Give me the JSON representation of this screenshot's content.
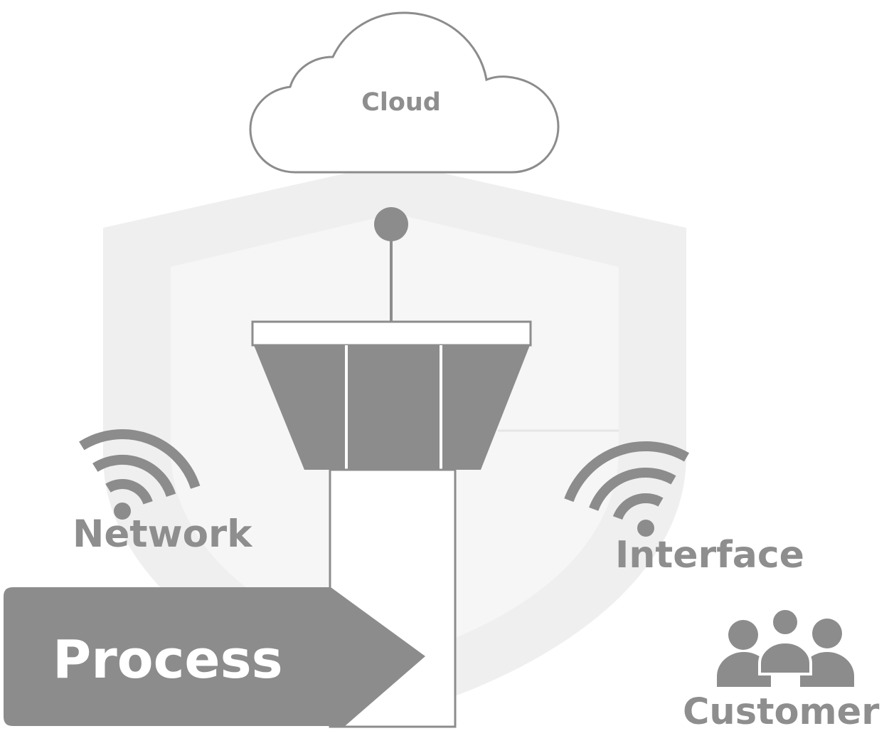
{
  "diagram": {
    "cloud": {
      "label": "Cloud",
      "icon": "cloud-icon"
    },
    "network": {
      "label": "Network",
      "icon": "wifi-icon"
    },
    "interface": {
      "label": "Interface",
      "icon": "wifi-icon"
    },
    "process": {
      "label": "Process",
      "icon": "arrow-tag-icon"
    },
    "customer": {
      "label": "Customer",
      "icon": "people-group-icon"
    },
    "center": {
      "icon": "control-tower-icon"
    },
    "background": {
      "icon": "shield-icon"
    }
  },
  "colors": {
    "primary": "#8c8c8c",
    "label": "#8e8e8e",
    "shield_outer": "#efefef",
    "shield_inner": "#f6f6f6",
    "background": "#ffffff"
  }
}
